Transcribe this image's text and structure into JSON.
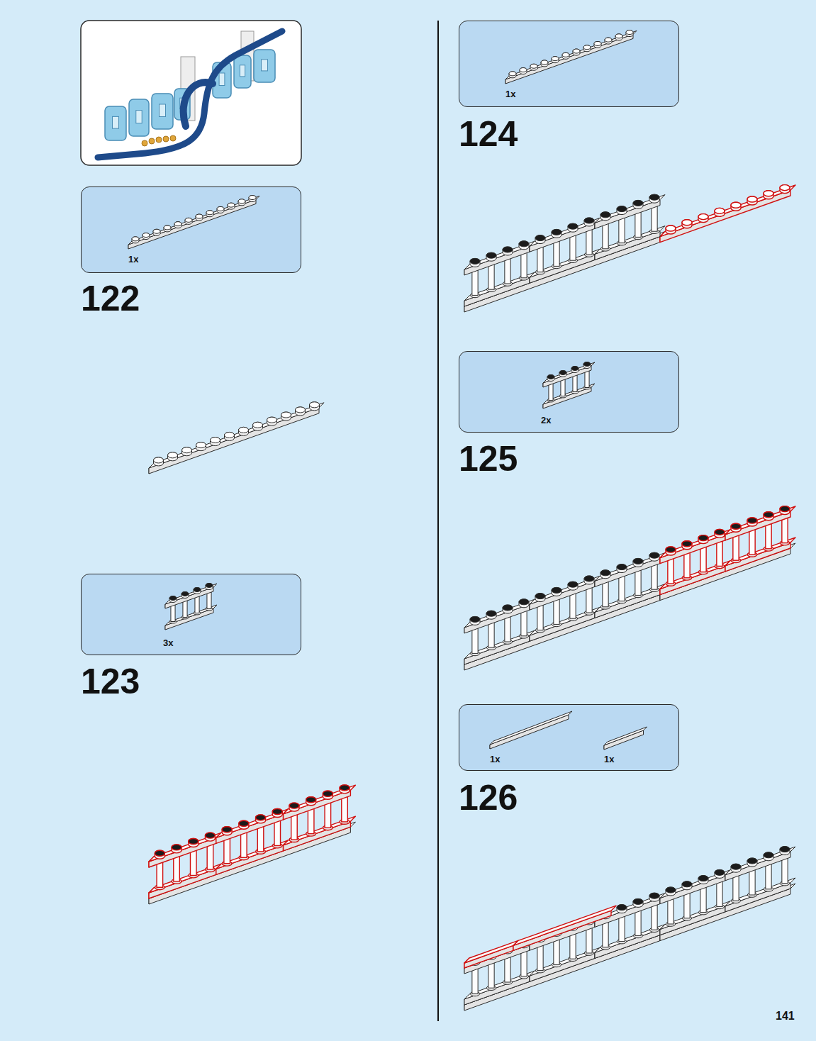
{
  "diagram": {
    "nodes": [
      {
        "text": [
          "1x"
        ]
      },
      {
        "text": [
          "3x"
        ]
      },
      {
        "text": [
          "1x"
        ]
      },
      {
        "text": [
          "2x"
        ]
      },
      {
        "text": [
          "1x",
          "1x"
        ]
      }
    ],
    "labels": [
      "122",
      "123",
      "124",
      "125",
      "126",
      "141"
    ]
  }
}
